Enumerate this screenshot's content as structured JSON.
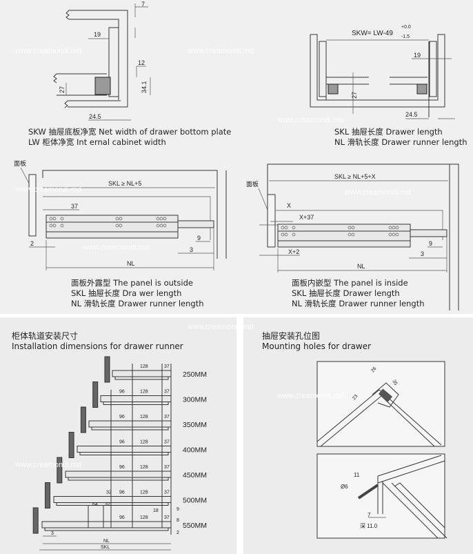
{
  "watermark": "www.creamondi.md",
  "section_top_left": {
    "dims": {
      "d7": "7",
      "d19": "19",
      "d12": "12",
      "d34": "34.1",
      "d27": "27",
      "d245": "24.5"
    },
    "captions": [
      "SKW 抽屉底板净宽 Net width of drawer bottom plate",
      "LW  柜体净宽 Int ernal cabinet width"
    ]
  },
  "section_top_right": {
    "formula": "SKW=  LW-49",
    "tol_plus": "+0.0",
    "tol_minus": "-1.5",
    "dims": {
      "d19": "19",
      "d27": "27",
      "d245": "24.5"
    },
    "captions": [
      "SKL 抽屉长度 Drawer length",
      "NL 滑轨长度 Drawer runner length"
    ]
  },
  "section_mid_left": {
    "panel_label": "面板",
    "formula": "SKL ≥ NL+5",
    "dims": {
      "d37": "37",
      "d9": "9",
      "d2": "2",
      "d3": "3",
      "nl": "NL"
    },
    "captions": [
      "面板外露型 The panel is outside",
      "SKL 抽屉长度 Dra wer length",
      "NL 滑轨长度 Drawer runner length"
    ]
  },
  "section_mid_right": {
    "panel_label": "面板",
    "formula": "SKL ≥ NL+5+X",
    "dims": {
      "x": "X",
      "x37": "X+37",
      "x2": "X+2",
      "d9": "9",
      "d3": "3",
      "nl": "NL"
    },
    "captions": [
      "面板内嵌型 The panel is inside",
      "SKL 抽屉长度 Drawer length",
      "NL 滑轨长度 Drawer runner length"
    ]
  },
  "section_bottom_left": {
    "title_cn": "柜体轨道安装尺寸",
    "title_en": "Installation dimensions for drawer runner",
    "sizes": [
      "250MM",
      "300MM",
      "350MM",
      "400MM",
      "450MM",
      "500MM",
      "550MM"
    ],
    "hole_dims": {
      "d64": "64",
      "d32": "32",
      "d96": "96",
      "d128": "128",
      "d37": "37",
      "d18": "18",
      "d9": "9",
      "d8": "8",
      "d2": "2",
      "d3": "3"
    },
    "nl": "NL",
    "skl": "SKL"
  },
  "section_bottom_right": {
    "title_cn": "抽屉安装孔位图",
    "title_en": "Mounting holes for drawer",
    "dims": {
      "d26": "26",
      "d35": "35",
      "d23": "23",
      "d11": "11",
      "d6": "Ø6",
      "d7": "7",
      "depth": "深 11.0"
    }
  }
}
